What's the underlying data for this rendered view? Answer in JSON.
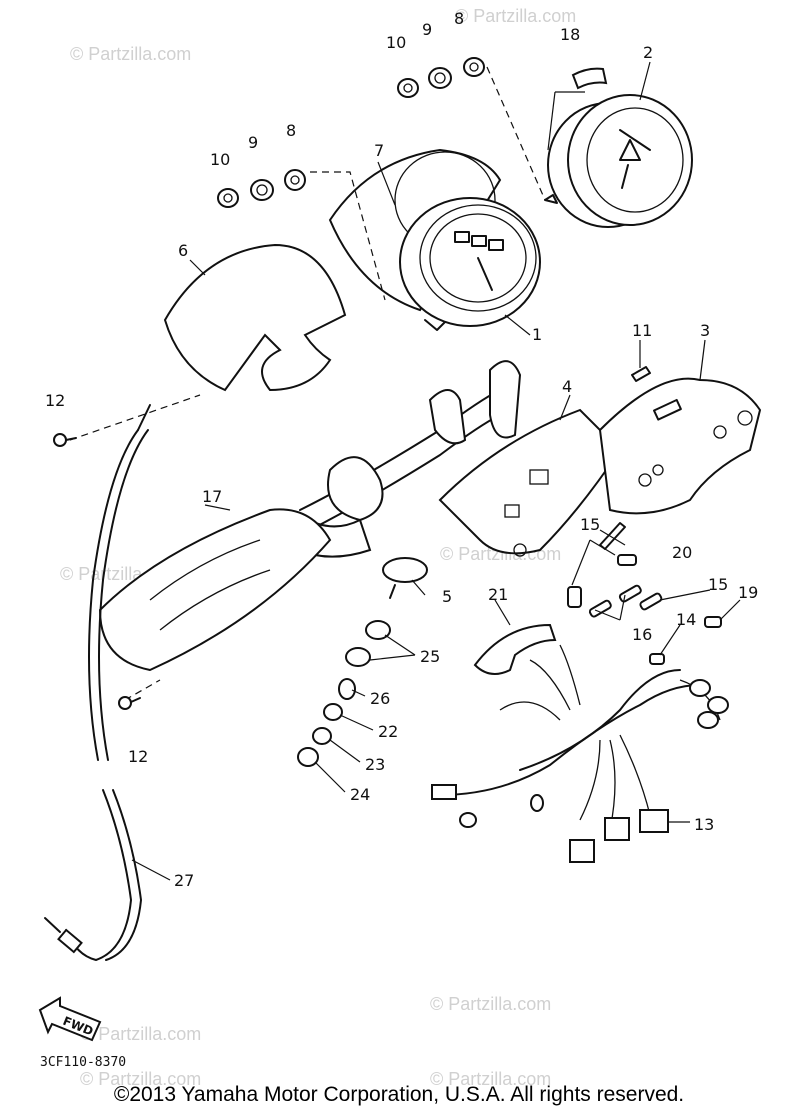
{
  "watermark": "© Partzilla.com",
  "diagram_code": "3CF110-8370",
  "forward_arrow_text": "FWD",
  "copyright": "©2013  Yamaha Motor Corporation, U.S.A. All rights reserved.",
  "callouts": {
    "c1": "1",
    "c2": "2",
    "c3": "3",
    "c4": "4",
    "c5": "5",
    "c6": "6",
    "c7": "7",
    "c8a": "8",
    "c8b": "8",
    "c9a": "9",
    "c9b": "9",
    "c10a": "10",
    "c10b": "10",
    "c11": "11",
    "c12a": "12",
    "c12b": "12",
    "c13": "13",
    "c14": "14",
    "c15a": "15",
    "c15b": "15",
    "c16": "16",
    "c17": "17",
    "c18": "18",
    "c19": "19",
    "c20": "20",
    "c21": "21",
    "c22": "22",
    "c23": "23",
    "c24": "24",
    "c25": "25",
    "c26": "26",
    "c27": "27"
  }
}
